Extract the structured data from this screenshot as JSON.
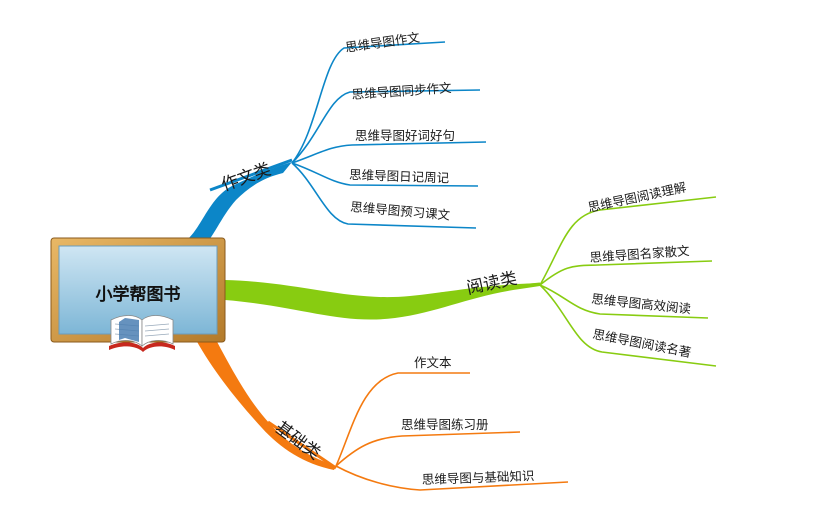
{
  "mindmap": {
    "center": {
      "label": "小学帮图书",
      "icon": "open-book-icon"
    },
    "branches": [
      {
        "key": "writing",
        "label": "作文类",
        "color": "#0c86c8",
        "children": [
          "思维导图作文",
          "思维导图同步作文",
          "思维导图好词好句",
          "思维导图日记周记",
          "思维导图预习课文"
        ]
      },
      {
        "key": "reading",
        "label": "阅读类",
        "color": "#88cc11",
        "children": [
          "思维导图阅读理解",
          "思维导图名家散文",
          "思维导图高效阅读",
          "思维导图阅读名著"
        ]
      },
      {
        "key": "basic",
        "label": "基础类",
        "color": "#f47a10",
        "children": [
          "作文本",
          "思维导图练习册",
          "思维导图与基础知识"
        ]
      }
    ]
  }
}
